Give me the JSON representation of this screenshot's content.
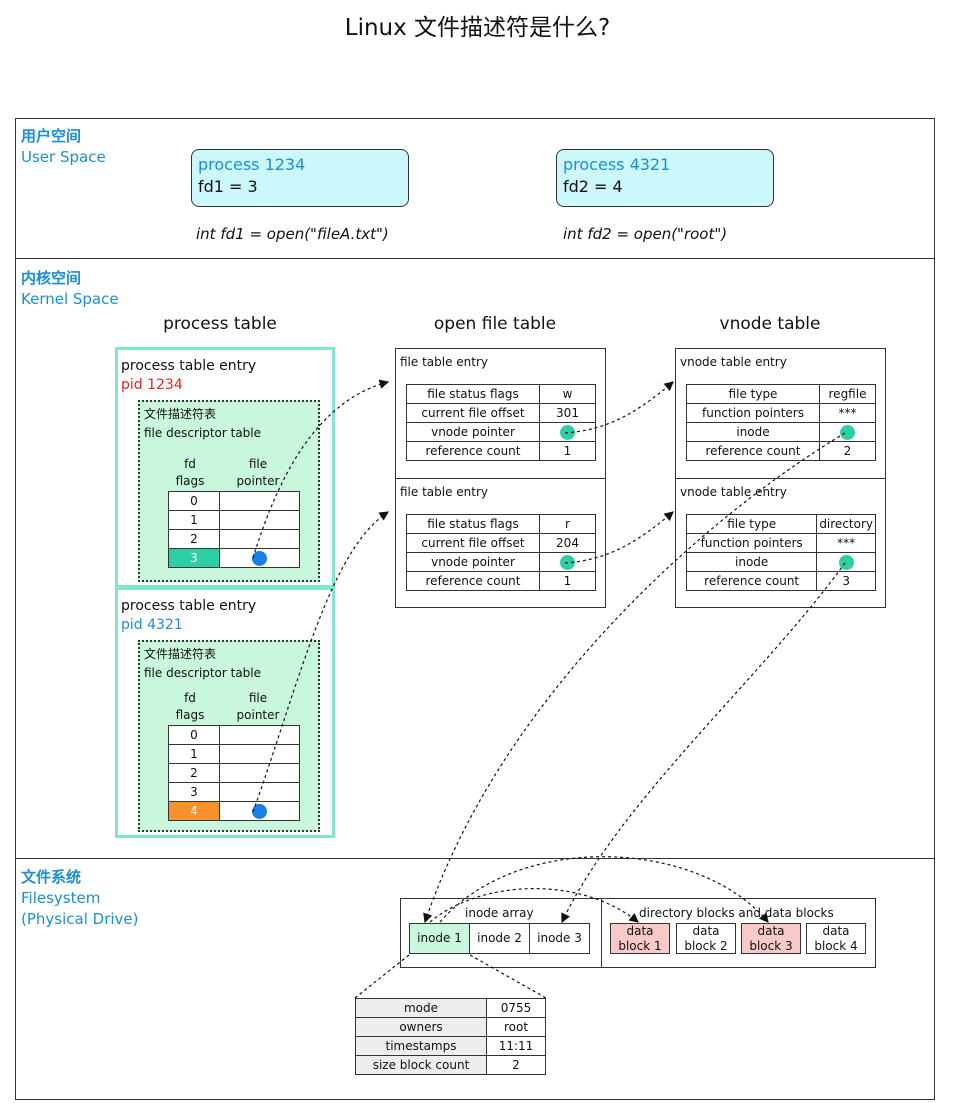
{
  "title": "Linux 文件描述符是什么?",
  "user_space": {
    "label_cn": "用户空间",
    "label_en": "User Space",
    "processes": [
      {
        "name": "process 1234",
        "fd": "fd1 = 3",
        "code": "int fd1 = open(\"fileA.txt\")"
      },
      {
        "name": "process 4321",
        "fd": "fd2 = 4",
        "code": "int fd2 = open(\"root\")"
      }
    ]
  },
  "kernel_space": {
    "label_cn": "内核空间",
    "label_en": "Kernel Space",
    "column_titles": [
      "process table",
      "open file table",
      "vnode table"
    ],
    "process_entries": [
      {
        "label": "process table entry",
        "pid": "pid 1234",
        "fdt_title_cn": "文件描述符表",
        "fdt_title_en": "file descriptor table",
        "hdr_fd": "fd",
        "hdr_flags": "flags",
        "hdr_file": "file",
        "hdr_pointer": "pointer",
        "rows": [
          "0",
          "1",
          "2",
          "3"
        ],
        "highlight_color": "#2ecfa4"
      },
      {
        "label": "process table entry",
        "pid": "pid 4321",
        "fdt_title_cn": "文件描述符表",
        "fdt_title_en": "file descriptor table",
        "hdr_fd": "fd",
        "hdr_flags": "flags",
        "hdr_file": "file",
        "hdr_pointer": "pointer",
        "rows": [
          "0",
          "1",
          "2",
          "3",
          "4"
        ],
        "highlight_color": "#f7922a"
      }
    ],
    "file_table_entries": [
      {
        "label": "file table entry",
        "rows": [
          {
            "k": "file status flags",
            "v": "w"
          },
          {
            "k": "current file offset",
            "v": "301"
          },
          {
            "k": "vnode pointer",
            "v": ""
          },
          {
            "k": "reference count",
            "v": "1"
          }
        ]
      },
      {
        "label": "file table entry",
        "rows": [
          {
            "k": "file status flags",
            "v": "r"
          },
          {
            "k": "current file offset",
            "v": "204"
          },
          {
            "k": "vnode pointer",
            "v": ""
          },
          {
            "k": "reference count",
            "v": "1"
          }
        ]
      }
    ],
    "vnode_entries": [
      {
        "label": "vnode table entry",
        "rows": [
          {
            "k": "file type",
            "v": "regfile"
          },
          {
            "k": "function pointers",
            "v": "***"
          },
          {
            "k": "inode",
            "v": ""
          },
          {
            "k": "reference count",
            "v": "2"
          }
        ]
      },
      {
        "label": "vnode table entry",
        "rows": [
          {
            "k": "file type",
            "v": "directory"
          },
          {
            "k": "function pointers",
            "v": "***"
          },
          {
            "k": "inode",
            "v": ""
          },
          {
            "k": "reference count",
            "v": "3"
          }
        ]
      }
    ]
  },
  "filesystem": {
    "label_cn": "文件系统",
    "label_en1": "Filesystem",
    "label_en2": "(Physical Drive)",
    "inode_array_label": "inode array",
    "inodes": [
      "inode 1",
      "inode 2",
      "inode 3"
    ],
    "blocks_label": "directory blocks and data blocks",
    "blocks": [
      {
        "l1": "data",
        "l2": "block 1",
        "color": "#f9c9c9"
      },
      {
        "l1": "data",
        "l2": "block 2",
        "color": "#ffffff"
      },
      {
        "l1": "data",
        "l2": "block 3",
        "color": "#f9c9c9"
      },
      {
        "l1": "data",
        "l2": "block 4",
        "color": "#ffffff"
      }
    ],
    "inode_detail": [
      {
        "k": "mode",
        "v": "0755"
      },
      {
        "k": "owners",
        "v": "root"
      },
      {
        "k": "timestamps",
        "v": "11:11"
      },
      {
        "k": "size block count",
        "v": "2"
      }
    ]
  },
  "colors": {
    "accent_blue": "#1a8fd6",
    "teal": "#2ecfa4",
    "orange": "#f7922a",
    "pink": "#f9c9c9",
    "mint": "#c9f7dc"
  }
}
